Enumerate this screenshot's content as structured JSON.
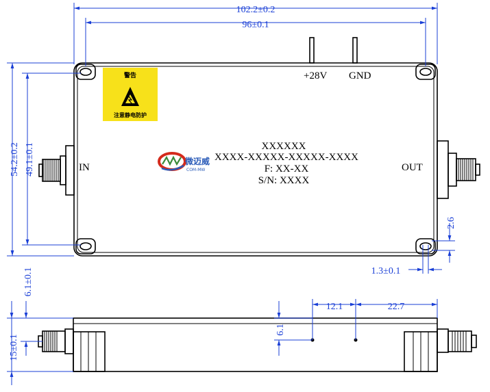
{
  "dimensions": {
    "overall_width": "102.2±0.2",
    "hole_spacing_x": "96±0.1",
    "overall_height": "54.2±0.2",
    "hole_spacing_y": "49.1±0.1",
    "pin_offset": "2.6",
    "hole_diameter": "1.3±0.1",
    "side_height": "15±0.1",
    "side_flange": "6.1±0.1",
    "pin_height": "6.1",
    "pin_pos_a": "12.1",
    "pin_pos_b": "22.7"
  },
  "labels": {
    "power": "+28V",
    "ground": "GND",
    "input": "IN",
    "output": "OUT",
    "model": "XXXXXX",
    "part_number": "XXXX-XXXXX-XXXXX-XXXX",
    "frequency": "F: XX-XX",
    "serial": "S/N: XXXX"
  },
  "warning": {
    "title": "警告",
    "subtitle": "注意静电防护"
  },
  "logo": {
    "name": "微迈威",
    "tagline": "COM-MW"
  },
  "colors": {
    "dimension": "#1a3fd6",
    "warning_bg": "#f7e11a",
    "logo_red": "#d42a1c",
    "logo_green": "#3b8a3b",
    "logo_blue": "#2a5bb8"
  }
}
